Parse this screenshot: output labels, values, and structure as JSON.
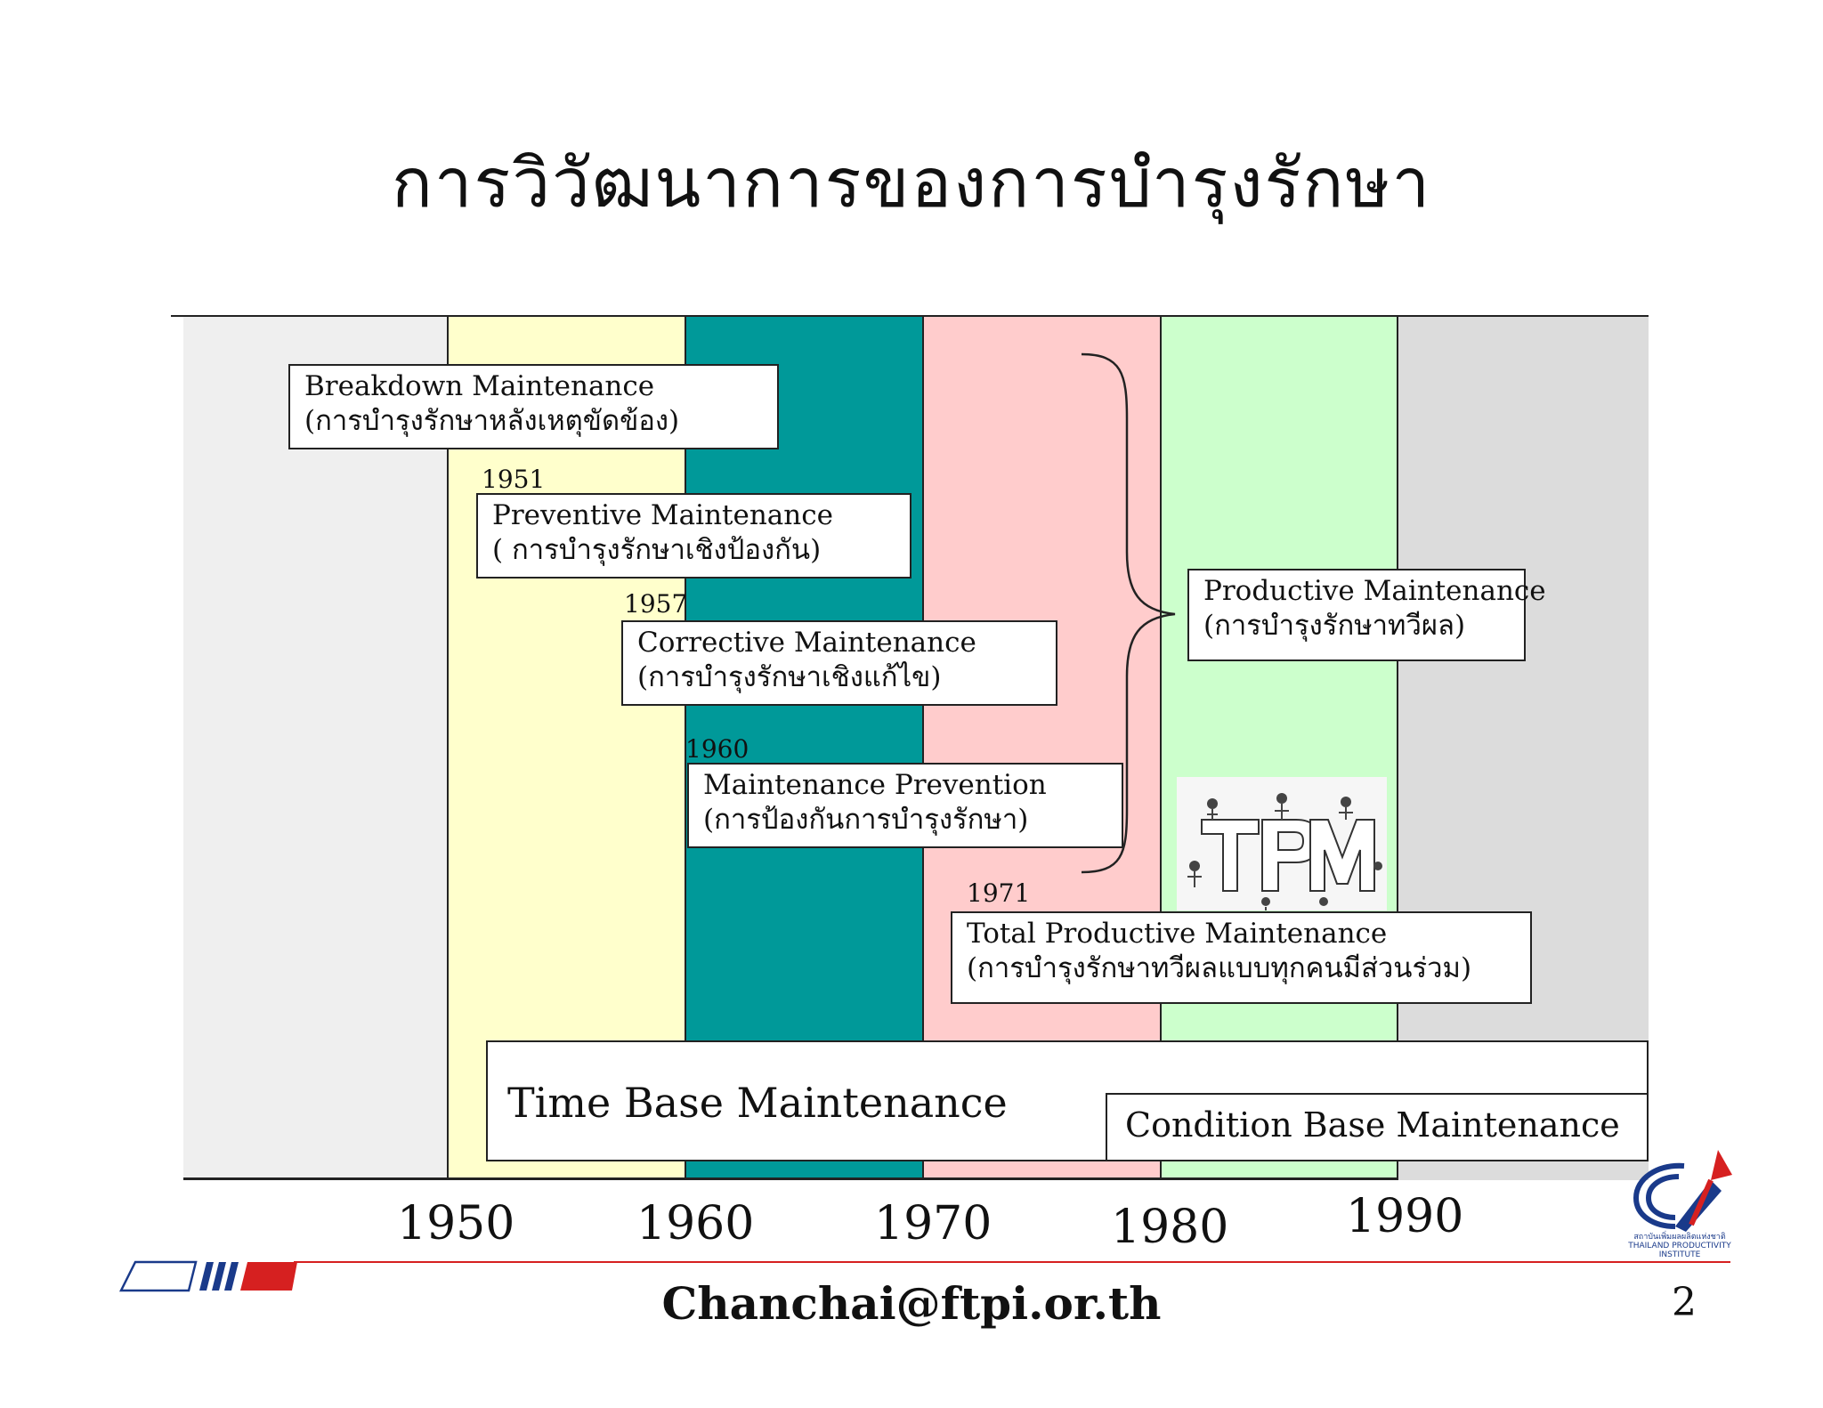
{
  "title": "การวิวัฒนาการของการบำรุงรักษา",
  "band_colors": [
    "#efefef",
    "#ffffcc",
    "#009999",
    "#ffcccc",
    "#ccffcc",
    "#dcdcdc"
  ],
  "decades": [
    "1950",
    "1960",
    "1970",
    "1980",
    "1990"
  ],
  "boxes": {
    "breakdown": {
      "en": "Breakdown Maintenance",
      "th": "(การบำรุงรักษาหลังเหตุขัดข้อง)"
    },
    "preventive": {
      "year": "1951",
      "en": "Preventive Maintenance",
      "th": "( การบำรุงรักษาเชิงป้องกัน)"
    },
    "corrective": {
      "year": "1957",
      "en": "Corrective Maintenance",
      "th": "(การบำรุงรักษาเชิงแก้ไข)"
    },
    "prevention": {
      "year": "1960",
      "en": "Maintenance Prevention",
      "th": "(การป้องกันการบำรุงรักษา)"
    },
    "productive": {
      "en": "Productive Maintenance",
      "th": "(การบำรุงรักษาทวีผล)"
    },
    "tpm": {
      "year": "1971",
      "en": "Total Productive  Maintenance",
      "th": "(การบำรุงรักษาทวีผลแบบทุกคนมีส่วนร่วม)"
    }
  },
  "time_base": "Time Base Maintenance",
  "condition_base": "Condition Base Maintenance",
  "tpm_logo_text": "TPM",
  "institute_logo_text": "สถาบันเพิ่มผลผลิตแห่งชาติ THAILAND PRODUCTIVITY INSTITUTE",
  "footer": {
    "email": "Chanchai@ftpi.or.th",
    "page": "2"
  }
}
